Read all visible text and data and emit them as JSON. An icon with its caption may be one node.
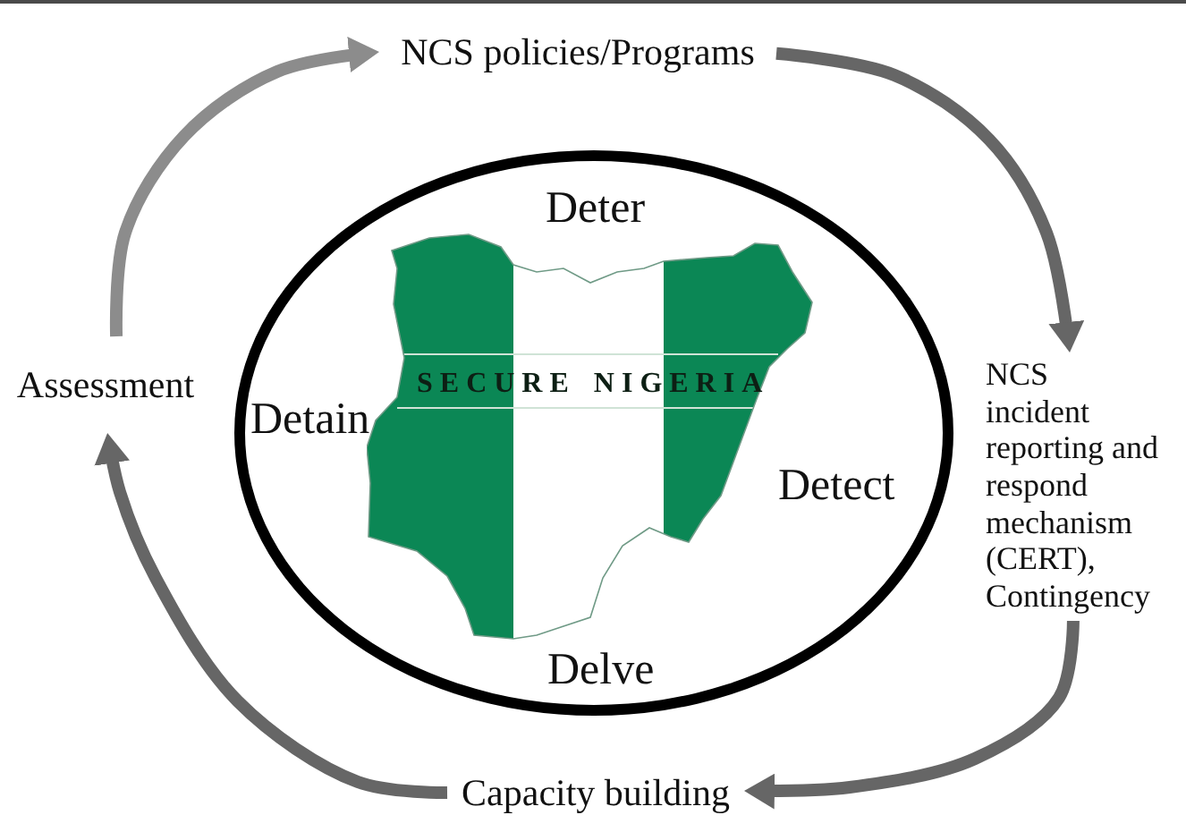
{
  "diagram": {
    "nodes": [
      {
        "text": [
          "NCS policies/Programs"
        ]
      },
      {
        "text": [
          "NCS incident reporting and respond mechanism (CERT), Contingency"
        ]
      },
      {
        "text": [
          "Capacity building"
        ]
      },
      {
        "text": [
          "Assessment"
        ]
      },
      {
        "text": [
          "Deter",
          "Detain",
          "Detect",
          "Delve"
        ]
      },
      {
        "text": [
          "SECURE NIGERIA"
        ],
        "in": 4
      }
    ],
    "edges": [
      {
        "from": 3,
        "to": 0,
        "arrow": "to",
        "color": "#8c8c8c"
      },
      {
        "from": 0,
        "to": 1,
        "arrow": "to"
      },
      {
        "from": 1,
        "to": 2,
        "arrow": "to"
      },
      {
        "from": 2,
        "to": 3,
        "arrow": "to"
      }
    ]
  }
}
